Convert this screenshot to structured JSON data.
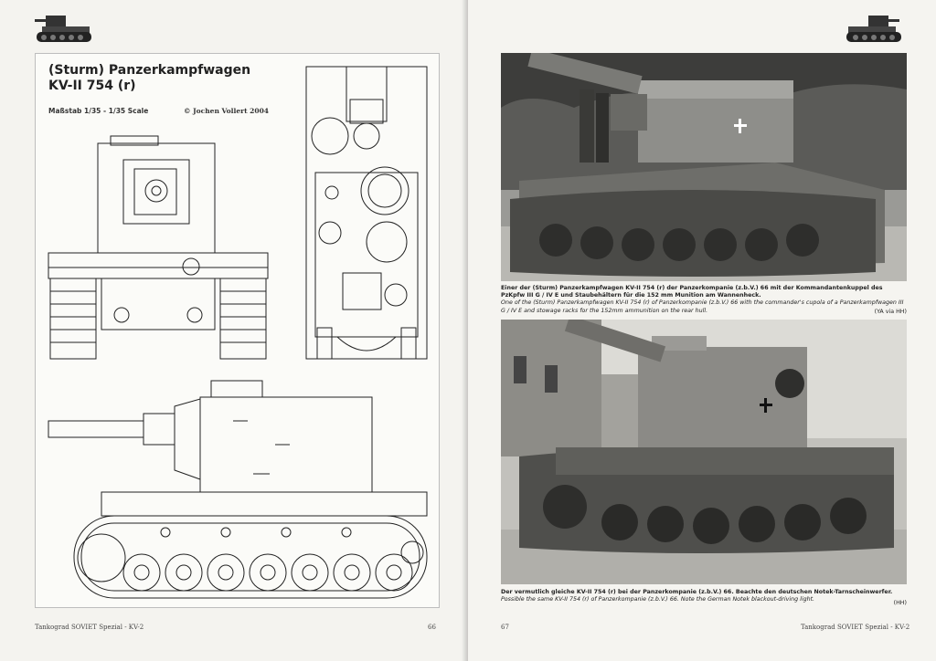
{
  "left_page": {
    "title_line1": "(Sturm) Panzerkampfwagen",
    "title_line2": "KV-II 754 (r)",
    "scale": "Maßstab 1/35 - 1/35 Scale",
    "copyright": "© Jochen Vollert 2004",
    "footer_title": "Tankograd SOVIET Spezial - KV-2",
    "page_number": "66"
  },
  "right_page": {
    "page_number": "67",
    "footer_title": "Tankograd SOVIET Spezial - KV-2",
    "caption_top": {
      "german": "Einer der (Sturm) Panzerkampfwagen KV-II 754 (r) der Panzerkompanie (z.b.V.) 66 mit der Kommandantenkuppel des PzKpfw III G / IV E und Staubehältern für die 152 mm Munition am Wannenheck.",
      "english": "One of the (Sturm) Panzerkampfwagen KV-II 754 (r) of Panzerkompanie (z.b.V.) 66 with the commander's cupola of a Panzerkampfwagen III G / IV E and stowage racks for the 152mm ammunition on the rear hull.",
      "credit": "(YA via HH)"
    },
    "caption_bottom": {
      "german": "Der vermutlich gleiche KV-II 754 (r) bei der Panzerkompanie (z.b.V.) 66. Beachte den deutschen Notek-Tarnscheinwerfer.",
      "english": "Possible the same KV-II 754 (r) of Panzerkompanie (z.b.V.) 66. Note the German Notek blackout-driving light.",
      "credit": "(HH)"
    }
  }
}
